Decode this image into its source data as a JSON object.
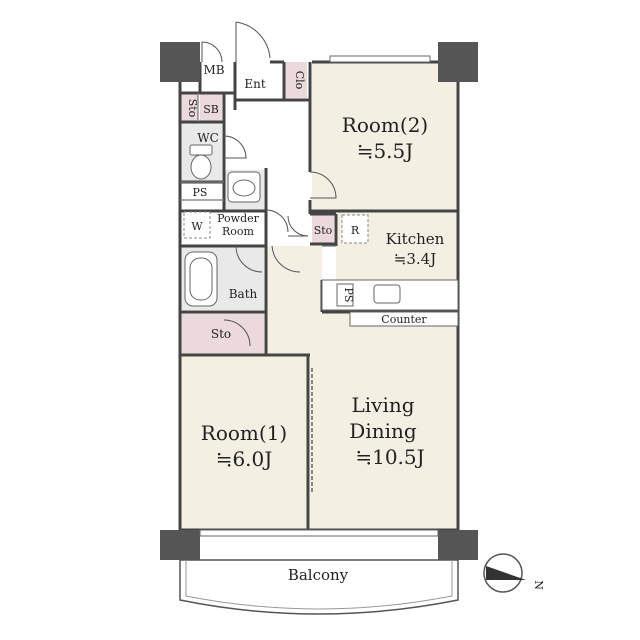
{
  "rooms": {
    "room2": {
      "name": "Room(2)",
      "size": "≒5.5J"
    },
    "room1": {
      "name": "Room(1)",
      "size": "≒6.0J"
    },
    "kitchen": {
      "name": "Kitchen",
      "size": "≒3.4J"
    },
    "living": {
      "name1": "Living",
      "name2": "Dining",
      "size": "≒10.5J"
    },
    "balcony": "Balcony",
    "bath": "Bath",
    "powder": {
      "line1": "Powder",
      "line2": "Room"
    },
    "wc": "WC",
    "ent": "Ent",
    "mb": "MB",
    "sto": "Sto",
    "sb": "SB",
    "ps": "PS",
    "w": "W",
    "r": "R",
    "clo": "Clo",
    "counter": "Counter"
  },
  "compass": "N",
  "colors": {
    "floor": "#f3efe2",
    "storage": "#ecd9dc",
    "wet": "#e9e9e9",
    "wall": "#444444",
    "column": "#555555"
  }
}
